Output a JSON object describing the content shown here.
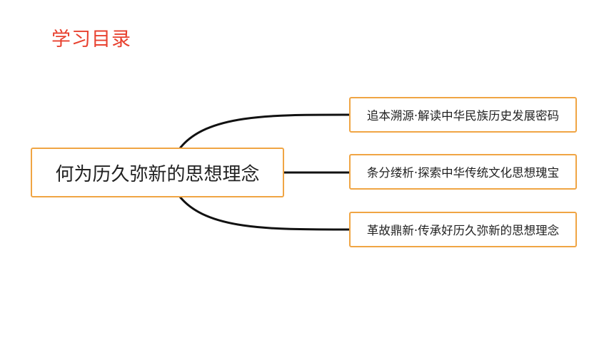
{
  "page": {
    "title": "学习目录"
  },
  "mindmap": {
    "root": "何为历久弥新的思想理念",
    "branches": [
      {
        "label": "追本溯源·解读中华民族历史发展密码"
      },
      {
        "label": "条分缕析·探索中华传统文化思想瑰宝"
      },
      {
        "label": "革故鼎新·传承好历久弥新的思想理念"
      }
    ]
  },
  "colors": {
    "title": "#e8412f",
    "node_border": "#f0a544",
    "connector": "#111111",
    "text": "#222222"
  }
}
